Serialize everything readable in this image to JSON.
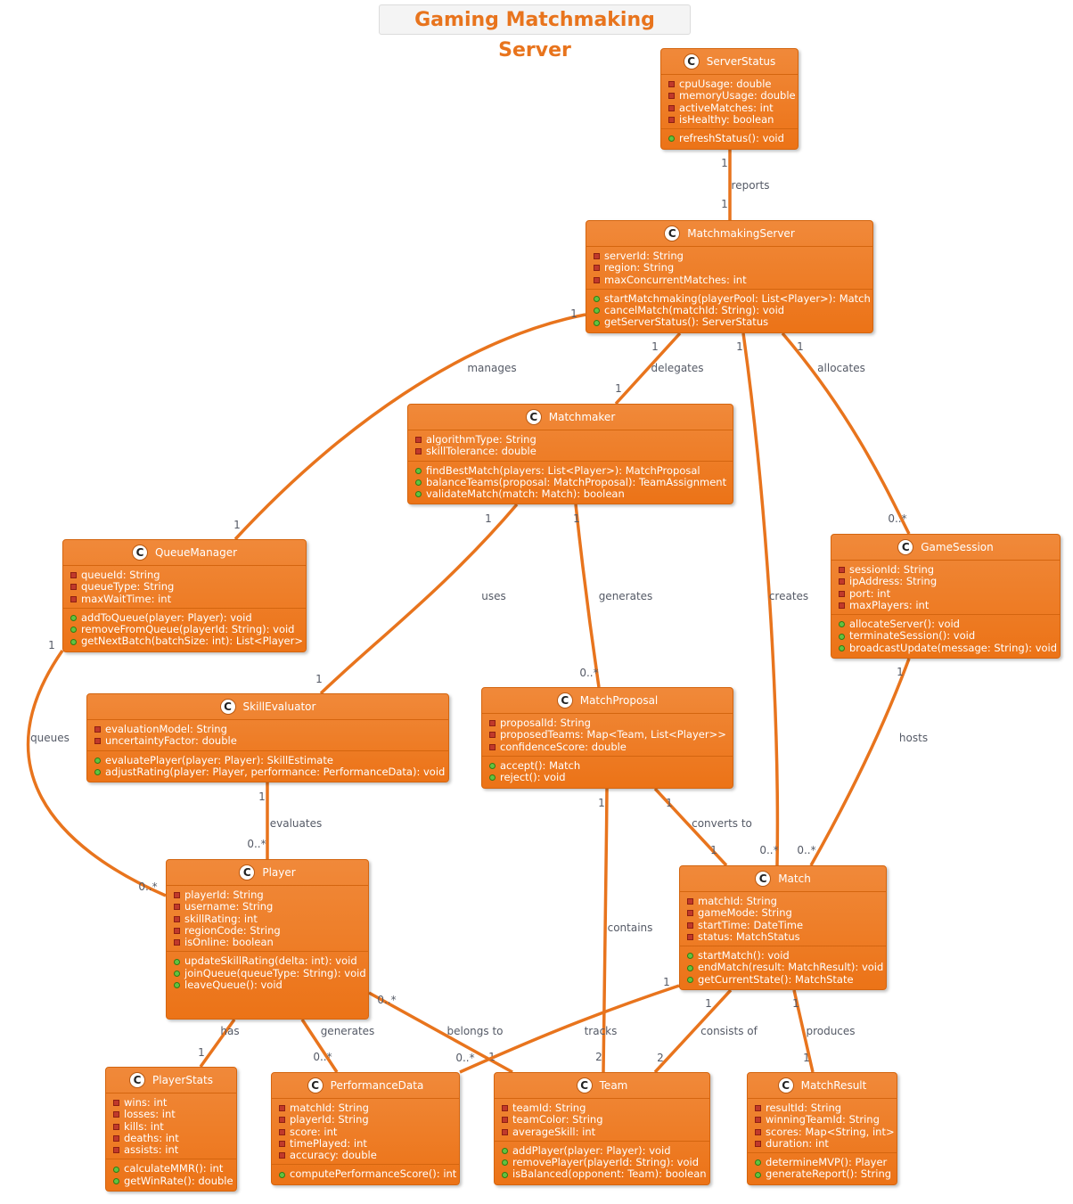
{
  "title": "Gaming Matchmaking Server",
  "colors": {
    "accent": "#ec7317",
    "edge": "#e8741d",
    "label": "#555a66"
  },
  "classes": {
    "ServerStatus": {
      "name": "ServerStatus",
      "attrs": [
        "cpuUsage: double",
        "memoryUsage: double",
        "activeMatches: int",
        "isHealthy: boolean"
      ],
      "methods": [
        "refreshStatus(): void"
      ]
    },
    "MatchmakingServer": {
      "name": "MatchmakingServer",
      "attrs": [
        "serverId: String",
        "region: String",
        "maxConcurrentMatches: int"
      ],
      "methods": [
        "startMatchmaking(playerPool: List<Player>): Match",
        "cancelMatch(matchId: String): void",
        "getServerStatus(): ServerStatus"
      ]
    },
    "Matchmaker": {
      "name": "Matchmaker",
      "attrs": [
        "algorithmType: String",
        "skillTolerance: double"
      ],
      "methods": [
        "findBestMatch(players: List<Player>): MatchProposal",
        "balanceTeams(proposal: MatchProposal): TeamAssignment",
        "validateMatch(match: Match): boolean"
      ]
    },
    "QueueManager": {
      "name": "QueueManager",
      "attrs": [
        "queueId: String",
        "queueType: String",
        "maxWaitTime: int"
      ],
      "methods": [
        "addToQueue(player: Player): void",
        "removeFromQueue(playerId: String): void",
        "getNextBatch(batchSize: int): List<Player>"
      ]
    },
    "GameSession": {
      "name": "GameSession",
      "attrs": [
        "sessionId: String",
        "ipAddress: String",
        "port: int",
        "maxPlayers: int"
      ],
      "methods": [
        "allocateServer(): void",
        "terminateSession(): void",
        "broadcastUpdate(message: String): void"
      ]
    },
    "SkillEvaluator": {
      "name": "SkillEvaluator",
      "attrs": [
        "evaluationModel: String",
        "uncertaintyFactor: double"
      ],
      "methods": [
        "evaluatePlayer(player: Player): SkillEstimate",
        "adjustRating(player: Player, performance: PerformanceData): void"
      ]
    },
    "MatchProposal": {
      "name": "MatchProposal",
      "attrs": [
        "proposalId: String",
        "proposedTeams: Map<Team, List<Player>>",
        "confidenceScore: double"
      ],
      "methods": [
        "accept(): Match",
        "reject(): void"
      ]
    },
    "Player": {
      "name": "Player",
      "attrs": [
        "playerId: String",
        "username: String",
        "skillRating: int",
        "regionCode: String",
        "isOnline: boolean"
      ],
      "methods": [
        "updateSkillRating(delta: int): void",
        "joinQueue(queueType: String): void",
        "leaveQueue(): void"
      ]
    },
    "Match": {
      "name": "Match",
      "attrs": [
        "matchId: String",
        "gameMode: String",
        "startTime: DateTime",
        "status: MatchStatus"
      ],
      "methods": [
        "startMatch(): void",
        "endMatch(result: MatchResult): void",
        "getCurrentState(): MatchState"
      ]
    },
    "PlayerStats": {
      "name": "PlayerStats",
      "attrs": [
        "wins: int",
        "losses: int",
        "kills: int",
        "deaths: int",
        "assists: int"
      ],
      "methods": [
        "calculateMMR(): int",
        "getWinRate(): double"
      ]
    },
    "PerformanceData": {
      "name": "PerformanceData",
      "attrs": [
        "matchId: String",
        "playerId: String",
        "score: int",
        "timePlayed: int",
        "accuracy: double"
      ],
      "methods": [
        "computePerformanceScore(): int"
      ]
    },
    "Team": {
      "name": "Team",
      "attrs": [
        "teamId: String",
        "teamColor: String",
        "averageSkill: int"
      ],
      "methods": [
        "addPlayer(player: Player): void",
        "removePlayer(playerId: String): void",
        "isBalanced(opponent: Team): boolean"
      ]
    },
    "MatchResult": {
      "name": "MatchResult",
      "attrs": [
        "resultId: String",
        "winningTeamId: String",
        "scores: Map<String, int>",
        "duration: int"
      ],
      "methods": [
        "determineMVP(): Player",
        "generateReport(): String"
      ]
    }
  },
  "relations": [
    {
      "id": "reports",
      "label": "reports",
      "from": "ServerStatus",
      "to": "MatchmakingServer",
      "m1": "1",
      "m2": "1"
    },
    {
      "id": "manages",
      "label": "manages",
      "from": "MatchmakingServer",
      "to": "QueueManager",
      "m1": "1",
      "m2": "1"
    },
    {
      "id": "delegates",
      "label": "delegates",
      "from": "MatchmakingServer",
      "to": "Matchmaker",
      "m1": "1",
      "m2": "1"
    },
    {
      "id": "creates",
      "label": "creates",
      "from": "MatchmakingServer",
      "to": "Match",
      "m1": "1",
      "m2": "0..*"
    },
    {
      "id": "allocates",
      "label": "allocates",
      "from": "MatchmakingServer",
      "to": "GameSession",
      "m1": "1",
      "m2": "0..*"
    },
    {
      "id": "uses",
      "label": "uses",
      "from": "Matchmaker",
      "to": "SkillEvaluator",
      "m1": "1",
      "m2": "1"
    },
    {
      "id": "generates-proposal",
      "label": "generates",
      "from": "Matchmaker",
      "to": "MatchProposal",
      "m1": "1",
      "m2": "0..*"
    },
    {
      "id": "queues",
      "label": "queues",
      "from": "QueueManager",
      "to": "Player",
      "m1": "1",
      "m2": "0..*"
    },
    {
      "id": "hosts",
      "label": "hosts",
      "from": "GameSession",
      "to": "Match",
      "m1": "1",
      "m2": "0..*"
    },
    {
      "id": "evaluates",
      "label": "evaluates",
      "from": "SkillEvaluator",
      "to": "Player",
      "m1": "1",
      "m2": "0..*"
    },
    {
      "id": "contains",
      "label": "contains",
      "from": "MatchProposal",
      "to": "Team",
      "m1": "1",
      "m2": "2"
    },
    {
      "id": "converts-to",
      "label": "converts to",
      "from": "MatchProposal",
      "to": "Match",
      "m1": "1",
      "m2": "1"
    },
    {
      "id": "has",
      "label": "has",
      "from": "Player",
      "to": "PlayerStats",
      "m1": "1",
      "m2": "1"
    },
    {
      "id": "generates-perf",
      "label": "generates",
      "from": "Player",
      "to": "PerformanceData",
      "m1": "1",
      "m2": "0..*"
    },
    {
      "id": "belongs-to",
      "label": "belongs to",
      "from": "Player",
      "to": "Team",
      "m1": "0..*",
      "m2": "1"
    },
    {
      "id": "tracks",
      "label": "tracks",
      "from": "Match",
      "to": "PerformanceData",
      "m1": "1",
      "m2": "0..*"
    },
    {
      "id": "consists-of",
      "label": "consists of",
      "from": "Match",
      "to": "Team",
      "m1": "1",
      "m2": "2"
    },
    {
      "id": "produces",
      "label": "produces",
      "from": "Match",
      "to": "MatchResult",
      "m1": "1",
      "m2": "1"
    }
  ]
}
